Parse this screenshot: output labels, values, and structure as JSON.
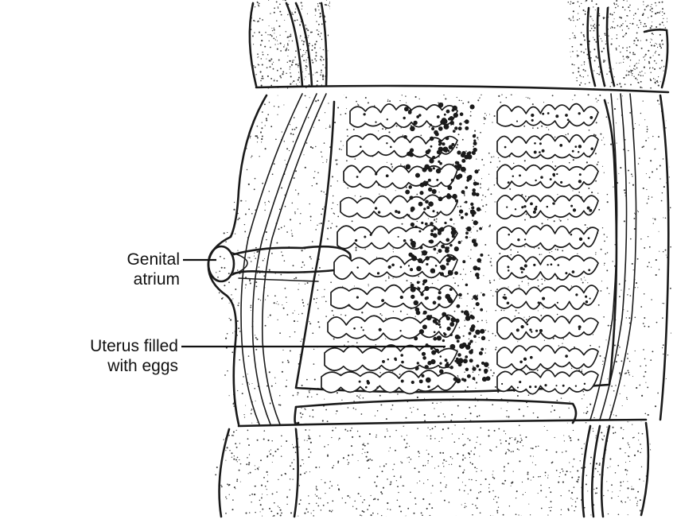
{
  "labels": {
    "genital_atrium_line1": "Genital",
    "genital_atrium_line2": "atrium",
    "uterus_line1": "Uterus filled",
    "uterus_line2": "with eggs"
  },
  "colors": {
    "ink": "#1a1a1a",
    "stipple": "#3a3a3a",
    "background": "#ffffff"
  }
}
